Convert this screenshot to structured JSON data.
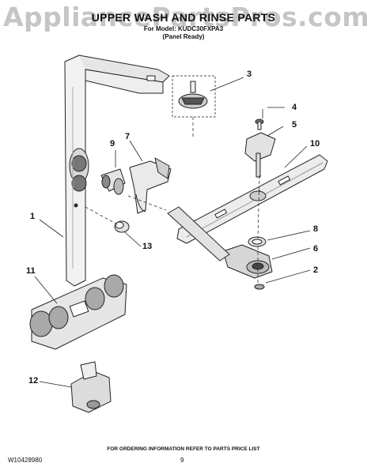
{
  "watermark": "AppliancePartsPros.com",
  "header": {
    "title": "UPPER WASH AND RINSE PARTS",
    "model_line": "For Model: KUDC30FXPA3",
    "subtitle": "(Panel Ready)"
  },
  "callouts": [
    "1",
    "2",
    "3",
    "4",
    "5",
    "6",
    "7",
    "8",
    "9",
    "10",
    "11",
    "12",
    "13"
  ],
  "footer": {
    "note": "FOR ORDERING INFORMATION REFER TO PARTS PRICE LIST",
    "doc_number": "W10428980",
    "page_number": "9"
  },
  "colors": {
    "line": "#222222",
    "part_fill": "#f2f2f2",
    "shade": "#9a9a9a",
    "watermark": "#999999"
  }
}
